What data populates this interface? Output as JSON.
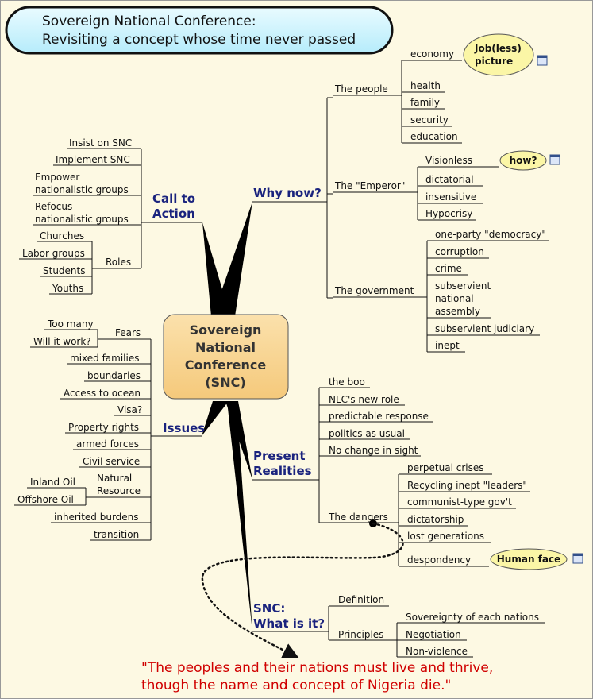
{
  "title": {
    "line1": "Sovereign National Conference:",
    "line2": "Revisiting a concept whose time never passed"
  },
  "center": {
    "line1": "Sovereign",
    "line2": "National",
    "line3": "Conference",
    "line4": "(SNC)"
  },
  "branches": {
    "why_now": {
      "label": "Why now?",
      "people": {
        "label": "The people",
        "items": [
          "economy",
          "health",
          "family",
          "security",
          "education"
        ],
        "bubble": {
          "line1": "Job(less)",
          "line2": "picture"
        }
      },
      "emperor": {
        "label": "The \"Emperor\"",
        "items": [
          "Visionless",
          "dictatorial",
          "insensitive",
          "Hypocrisy"
        ],
        "bubble": "how?"
      },
      "government": {
        "label": "The government",
        "items": [
          "one-party \"democracy\"",
          "corruption",
          "crime",
          "subservient",
          "national",
          "assembly",
          "subservient judiciary",
          "inept"
        ]
      }
    },
    "call_to_action": {
      "label_line1": "Call to",
      "label_line2": "Action",
      "items": [
        "Insist on SNC",
        "Implement SNC",
        "Empower",
        "nationalistic groups",
        "Refocus",
        "nationalistic groups"
      ],
      "roles": {
        "label": "Roles",
        "items": [
          "Churches",
          "Labor groups",
          "Students",
          "Youths"
        ]
      }
    },
    "issues": {
      "label": "Issues",
      "fears": {
        "label": "Fears",
        "items": [
          "Too many",
          "Will it work?"
        ]
      },
      "items": [
        "mixed families",
        "boundaries",
        "Access to ocean",
        "Visa?",
        "Property rights",
        "armed forces",
        "Civil service",
        "inherited burdens",
        "transition"
      ],
      "natural": {
        "label_line1": "Natural",
        "label_line2": "Resource",
        "items": [
          "Inland Oil",
          "Offshore Oil"
        ]
      }
    },
    "present": {
      "label_line1": "Present",
      "label_line2": "Realities",
      "items": [
        "the boo",
        "NLC's new role",
        "predictable response",
        "politics as usual",
        "No change in sight"
      ],
      "dangers": {
        "label": "The dangers",
        "items": [
          "perpetual crises",
          "Recycling inept \"leaders\"",
          "communist-type gov't",
          "dictatorship",
          "lost generations",
          "despondency"
        ],
        "bubble": "Human face"
      }
    },
    "snc": {
      "label_line1": "SNC:",
      "label_line2": "What is it?",
      "definition": "Definition",
      "principles": {
        "label": "Principles",
        "items": [
          "Sovereignty of each nations",
          "Negotiation",
          "Non-violence"
        ]
      }
    }
  },
  "quote": {
    "line1": "\"The peoples and their nations must live and thrive,",
    "line2": "though the name and concept of Nigeria die.\""
  }
}
